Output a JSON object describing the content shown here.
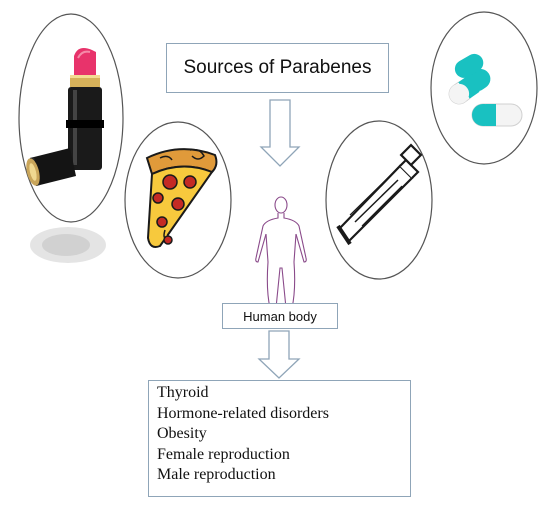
{
  "title": "Sources of Parabenes",
  "center_label": "Human body",
  "effects": [
    "Thyroid",
    "Hormone-related disorders",
    "Obesity",
    "Female reproduction",
    "Male reproduction"
  ],
  "sources": [
    "lipstick-icon",
    "pizza-icon",
    "cream-tube-icon",
    "pills-icon"
  ],
  "colors": {
    "box_border": "#8fa5b8",
    "arrow_stroke": "#8fa5b8",
    "ellipse_stroke": "#555555",
    "lipstick": "#e8336b",
    "pill_teal": "#19c1c1",
    "pizza_crust": "#e09a3a",
    "pepperoni": "#c42a24",
    "human_outline": "#8a4a8a"
  }
}
